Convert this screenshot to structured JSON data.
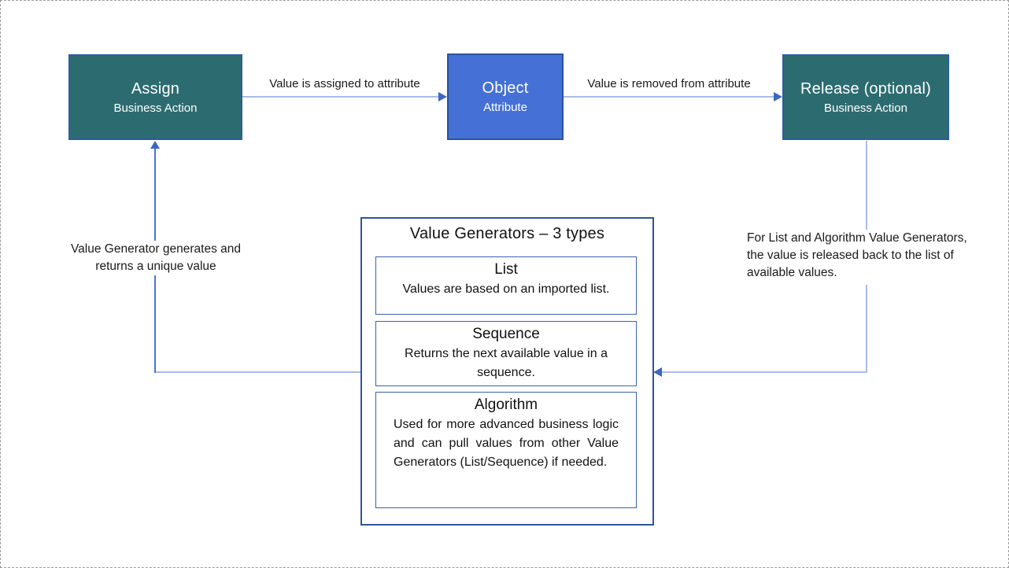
{
  "diagram": {
    "nodes": {
      "assign": {
        "title": "Assign",
        "subtitle": "Business Action"
      },
      "object": {
        "title": "Object",
        "subtitle": "Attribute"
      },
      "release": {
        "title": "Release (optional)",
        "subtitle": "Business Action"
      }
    },
    "edges": {
      "assign_to_object": {
        "label": "Value is assigned to attribute"
      },
      "object_to_release": {
        "label": "Value is removed from attribute"
      }
    },
    "annotations": {
      "left": "Value Generator generates and returns a unique value",
      "right": "For List and Algorithm Value Generators, the value is released back to the list of available values."
    },
    "generators": {
      "title": "Value Generators – 3 types",
      "items": [
        {
          "title": "List",
          "description": "Values are based on an imported list."
        },
        {
          "title": "Sequence",
          "description": "Returns the next available value in a sequence."
        },
        {
          "title": "Algorithm",
          "description": "Used for more advanced business logic and can pull values from other Value Generators (List/Sequence) if needed."
        }
      ]
    },
    "colors": {
      "node_teal": "#2c6c70",
      "node_blue": "#4571d6",
      "node_border": "#2b5ca8",
      "connector_light": "#a9bce6",
      "connector_strong": "#4b74d2",
      "arrowhead": "#3b66c4",
      "panel_border": "#2f5597",
      "card_border": "#3a62ad",
      "text": "#1a1a1a"
    }
  }
}
